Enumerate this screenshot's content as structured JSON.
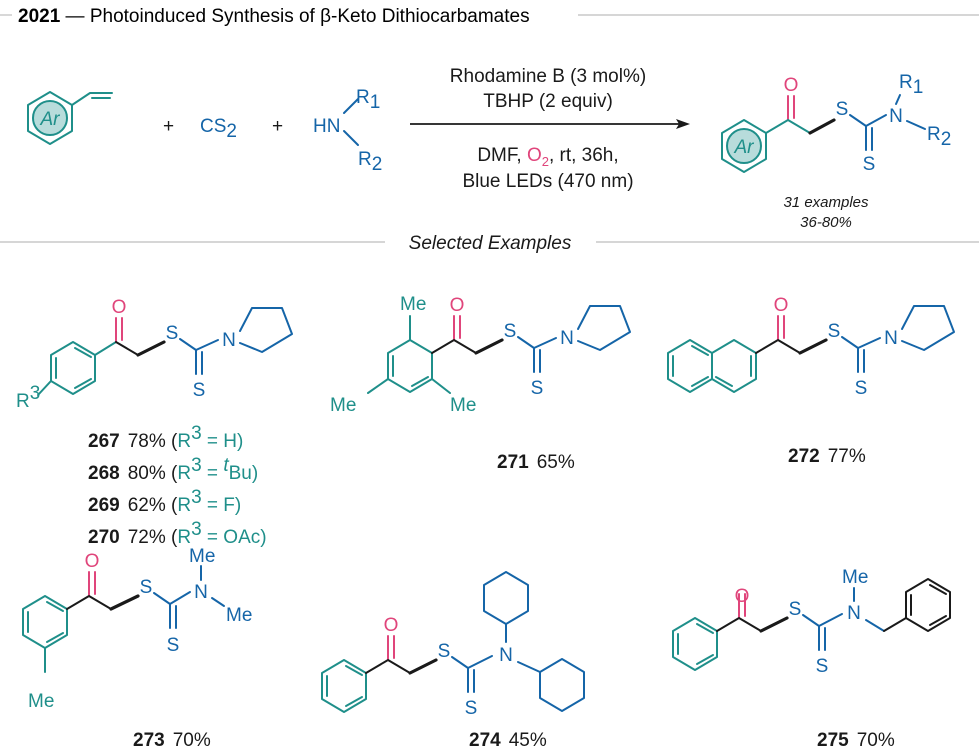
{
  "header": {
    "year": "2021",
    "title": " — Photoinduced Synthesis of β-Keto Dithiocarbamates",
    "section_label": "Selected Examples"
  },
  "reaction": {
    "ar_label": "Ar",
    "plus": "+",
    "cs2_main": "CS",
    "cs2_sub": "2",
    "amine_hn": "HN",
    "r1": "R",
    "r1_sub": "1",
    "r2": "R",
    "r2_sub": "2",
    "cond1": "Rhodamine B (3 mol%)",
    "cond2": "TBHP (2 equiv)",
    "cond3_a": "DMF, ",
    "cond3_o2": "O",
    "cond3_o2_sub": "2",
    "cond3_b": ", rt, 36h,",
    "cond4": "Blue LEDs (470 nm)",
    "examples_count": "31 examples",
    "yield_range": "36-80%"
  },
  "atoms": {
    "O": "O",
    "S": "S",
    "N": "N",
    "Me": "Me",
    "R3": "R",
    "R3_sup": "3"
  },
  "compounds": [
    {
      "id": "267",
      "yield": "78%",
      "r3_label": "R",
      "r3_sup": "3",
      "r3_value": " = H)"
    },
    {
      "id": "268",
      "yield": "80%",
      "r3_label": "R",
      "r3_sup": "3",
      "r3_value_pre": " = ",
      "r3_value_sup": "t",
      "r3_value": "Bu)"
    },
    {
      "id": "269",
      "yield": "62%",
      "r3_label": "R",
      "r3_sup": "3",
      "r3_value": " = F)"
    },
    {
      "id": "270",
      "yield": "72%",
      "r3_label": "R",
      "r3_sup": "3",
      "r3_value": " = OAc)"
    },
    {
      "id": "271",
      "yield": "65%"
    },
    {
      "id": "272",
      "yield": "77%"
    },
    {
      "id": "273",
      "yield": "70%"
    },
    {
      "id": "274",
      "yield": "45%"
    },
    {
      "id": "275",
      "yield": "70%"
    }
  ],
  "colors": {
    "aryl": "#1f8f8a",
    "heteroatom": "#1565a8",
    "oxygen": "#e0457b",
    "new_bond": "#1a1a1a"
  }
}
